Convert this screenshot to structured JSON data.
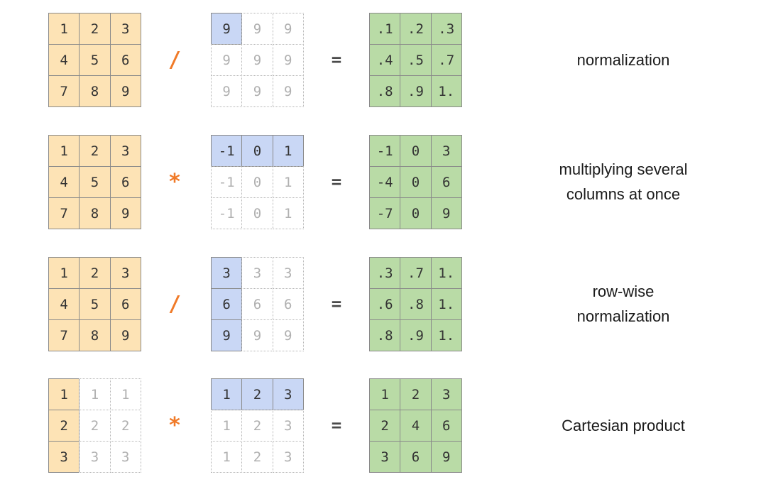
{
  "rows": [
    {
      "operator": "/",
      "equals": "=",
      "label": "normalization",
      "a": [
        [
          "1",
          "2",
          "3"
        ],
        [
          "4",
          "5",
          "6"
        ],
        [
          "7",
          "8",
          "9"
        ]
      ],
      "a_actual": [
        [
          1,
          1,
          1
        ],
        [
          1,
          1,
          1
        ],
        [
          1,
          1,
          1
        ]
      ],
      "b": [
        [
          "9",
          "9",
          "9"
        ],
        [
          "9",
          "9",
          "9"
        ],
        [
          "9",
          "9",
          "9"
        ]
      ],
      "b_actual": [
        [
          1,
          0,
          0
        ],
        [
          0,
          0,
          0
        ],
        [
          0,
          0,
          0
        ]
      ],
      "c": [
        [
          ".1",
          ".2",
          ".3"
        ],
        [
          ".4",
          ".5",
          ".7"
        ],
        [
          ".8",
          ".9",
          "1."
        ]
      ]
    },
    {
      "operator": "*",
      "equals": "=",
      "label": "multiplying several\ncolumns at once",
      "a": [
        [
          "1",
          "2",
          "3"
        ],
        [
          "4",
          "5",
          "6"
        ],
        [
          "7",
          "8",
          "9"
        ]
      ],
      "a_actual": [
        [
          1,
          1,
          1
        ],
        [
          1,
          1,
          1
        ],
        [
          1,
          1,
          1
        ]
      ],
      "b": [
        [
          "-1",
          "0",
          "1"
        ],
        [
          "-1",
          "0",
          "1"
        ],
        [
          "-1",
          "0",
          "1"
        ]
      ],
      "b_actual": [
        [
          1,
          1,
          1
        ],
        [
          0,
          0,
          0
        ],
        [
          0,
          0,
          0
        ]
      ],
      "c": [
        [
          "-1",
          "0",
          "3"
        ],
        [
          "-4",
          "0",
          "6"
        ],
        [
          "-7",
          "0",
          "9"
        ]
      ]
    },
    {
      "operator": "/",
      "equals": "=",
      "label": "row-wise\nnormalization",
      "a": [
        [
          "1",
          "2",
          "3"
        ],
        [
          "4",
          "5",
          "6"
        ],
        [
          "7",
          "8",
          "9"
        ]
      ],
      "a_actual": [
        [
          1,
          1,
          1
        ],
        [
          1,
          1,
          1
        ],
        [
          1,
          1,
          1
        ]
      ],
      "b": [
        [
          "3",
          "3",
          "3"
        ],
        [
          "6",
          "6",
          "6"
        ],
        [
          "9",
          "9",
          "9"
        ]
      ],
      "b_actual": [
        [
          1,
          0,
          0
        ],
        [
          1,
          0,
          0
        ],
        [
          1,
          0,
          0
        ]
      ],
      "c": [
        [
          ".3",
          ".7",
          "1."
        ],
        [
          ".6",
          ".8",
          "1."
        ],
        [
          ".8",
          ".9",
          "1."
        ]
      ]
    },
    {
      "operator": "*",
      "equals": "=",
      "label": "Cartesian product",
      "a": [
        [
          "1",
          "1",
          "1"
        ],
        [
          "2",
          "2",
          "2"
        ],
        [
          "3",
          "3",
          "3"
        ]
      ],
      "a_actual": [
        [
          1,
          0,
          0
        ],
        [
          1,
          0,
          0
        ],
        [
          1,
          0,
          0
        ]
      ],
      "b": [
        [
          "1",
          "2",
          "3"
        ],
        [
          "1",
          "2",
          "3"
        ],
        [
          "1",
          "2",
          "3"
        ]
      ],
      "b_actual": [
        [
          1,
          1,
          1
        ],
        [
          0,
          0,
          0
        ],
        [
          0,
          0,
          0
        ]
      ],
      "c": [
        [
          "1",
          "2",
          "3"
        ],
        [
          "2",
          "4",
          "6"
        ],
        [
          "3",
          "6",
          "9"
        ]
      ]
    }
  ],
  "colors": {
    "first_operand": "#fde3b5",
    "second_operand": "#c9d7f5",
    "result": "#b9dba6",
    "operator": "#f07a28"
  }
}
